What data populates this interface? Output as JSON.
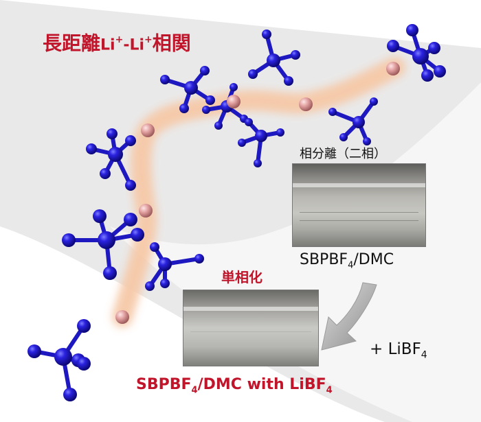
{
  "title_main": "長距離",
  "title_li1": "Li",
  "title_sup1": "+",
  "title_dash": "-Li",
  "title_sup2": "+",
  "title_end": "相関",
  "phase_sep_label": "相分離（二相）",
  "photo1_caption_prefix": "SBPBF",
  "photo1_caption_sub": "4",
  "photo1_caption_suffix": "/DMC",
  "single_phase_label": "単相化",
  "add_label_prefix": "+ LiBF",
  "add_label_sub": "4",
  "bottom_prefix": "SBPBF",
  "bottom_sub1": "4",
  "bottom_mid": "/DMC with LiBF",
  "bottom_sub2": "4",
  "colors": {
    "red_text": "#c0152a",
    "molecule_blue": "#1a14c8",
    "li_ion": "#e2a0a0",
    "path_glow": "#f6c9a8"
  },
  "icons": [
    "bf4-molecule-icon",
    "li-ion-icon",
    "down-arrow-icon"
  ]
}
